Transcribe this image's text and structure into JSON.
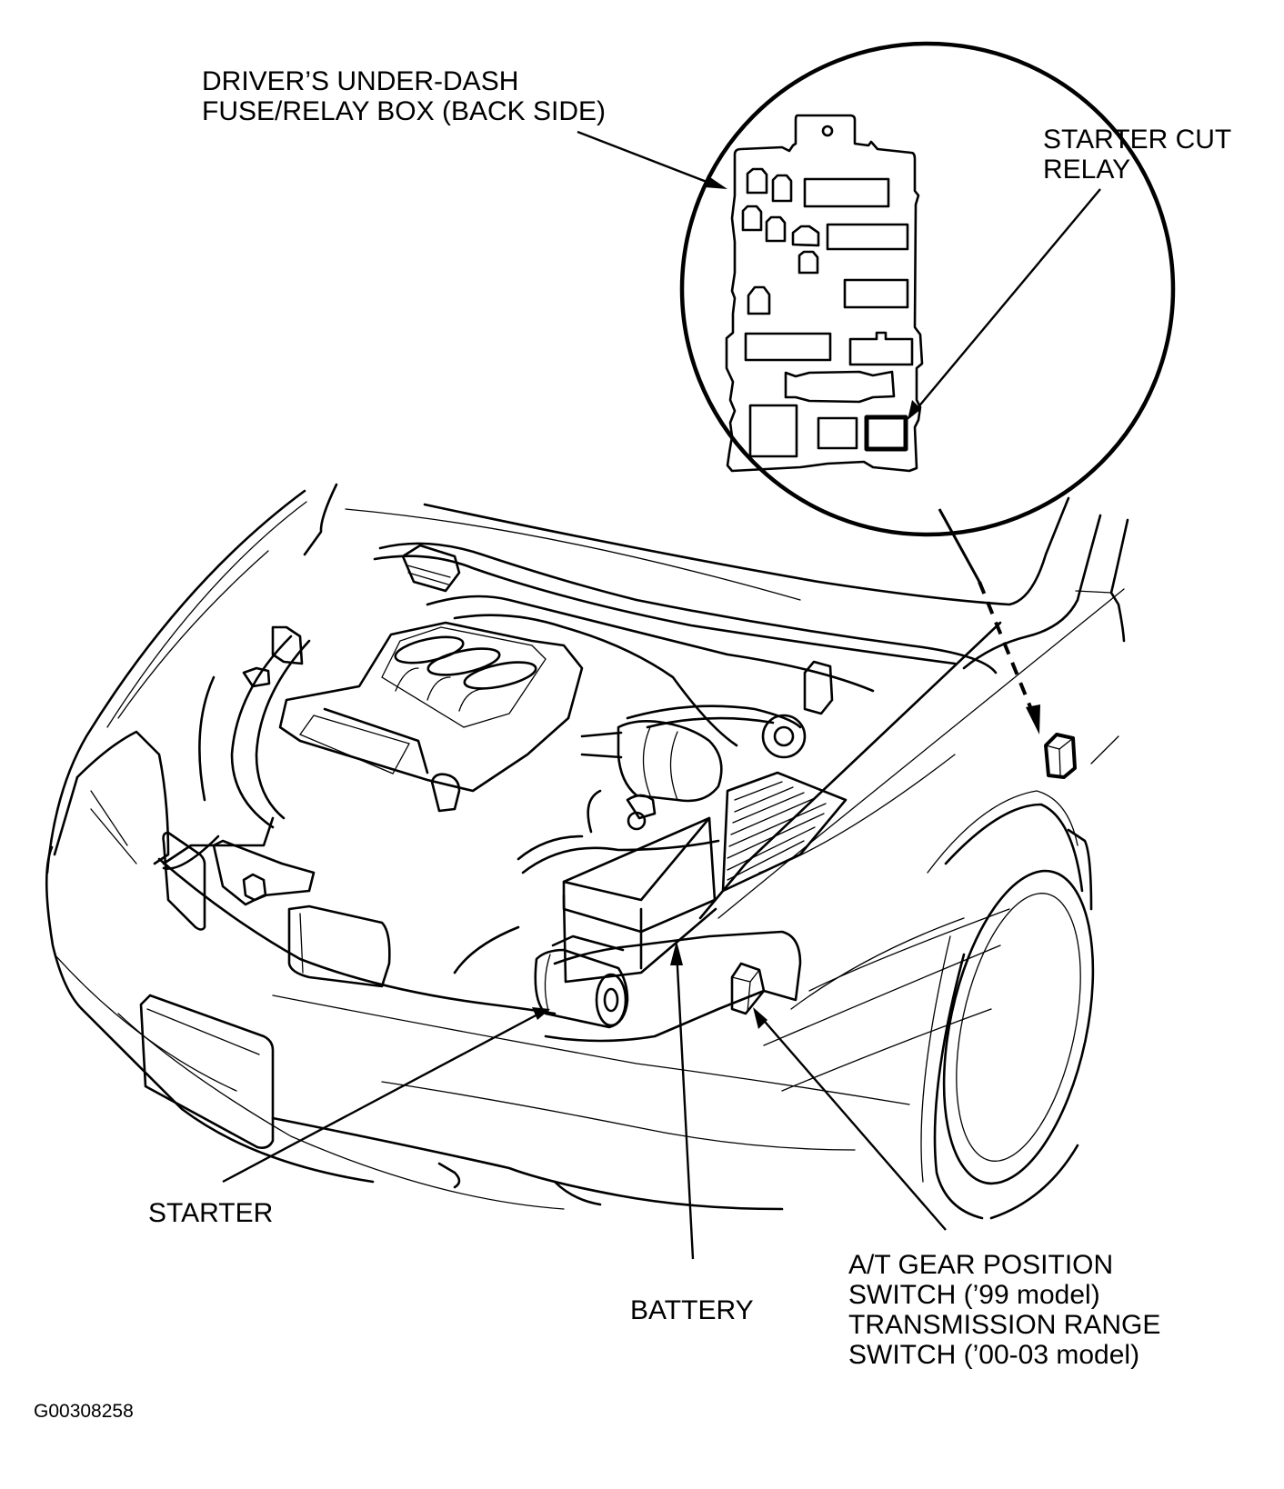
{
  "diagram": {
    "type": "component-locator",
    "subject": "Front engine compartment and under-dash fuse/relay box",
    "figure_id": "G00308258",
    "callouts": [
      {
        "id": "fuse-relay-box",
        "lines": [
          "DRIVER’S UNDER-DASH",
          "FUSE/RELAY BOX (BACK SIDE)"
        ],
        "points_to": "fuse/relay box in detail circle"
      },
      {
        "id": "starter-cut-relay",
        "lines": [
          "STARTER CUT",
          "RELAY"
        ],
        "points_to": "relay socket, bottom-right of fuse/relay box"
      },
      {
        "id": "starter",
        "lines": [
          "STARTER"
        ],
        "points_to": "starter motor below battery"
      },
      {
        "id": "battery",
        "lines": [
          "BATTERY"
        ],
        "points_to": "battery tray"
      },
      {
        "id": "gear-position-switch",
        "lines": [
          "A/T GEAR POSITION",
          "SWITCH (’99 model)",
          "TRANSMISSION RANGE",
          "SWITCH (’00-03 model)"
        ],
        "points_to": "switch block near front bumper"
      }
    ],
    "detail_view": {
      "description": "Magnified circle of fuse/relay box, linked by dashed arrow to dash location",
      "highlighted_component": "starter-cut-relay"
    },
    "colors": {
      "ink": "#000000",
      "paper": "#ffffff"
    }
  }
}
